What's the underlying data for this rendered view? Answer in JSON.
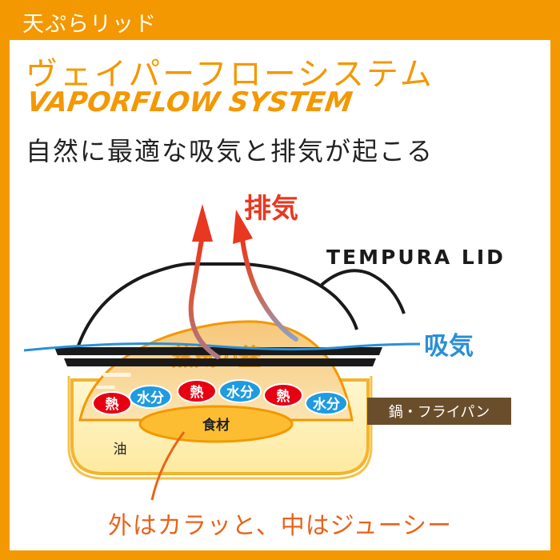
{
  "header": {
    "label": "天ぷらリッド"
  },
  "title": {
    "jp": "ヴェイパーフローシステム",
    "en": "VAPORFLOW SYSTEM"
  },
  "subtitle": "自然に最適な吸気と排気が起こる",
  "diagram": {
    "exhaust_label": "排気",
    "lid_label": "TEMPURA LID",
    "intake_label": "吸気",
    "steam_lid_label": "蒸気の蓋",
    "heat_label": "熱",
    "moisture_label": "水分",
    "pan_label": "鍋・フライパン",
    "food_label": "食材",
    "oil_label": "油",
    "caption": "外はカラッと、中はジューシー"
  },
  "colors": {
    "brand_orange": "#f39800",
    "caption_orange": "#e8631a",
    "exhaust_red": "#e83820",
    "intake_blue": "#2a8fd6",
    "heat_red": "#e60012",
    "moisture_blue": "#1f9be0",
    "pan_label_bg": "#6a4e2c"
  }
}
